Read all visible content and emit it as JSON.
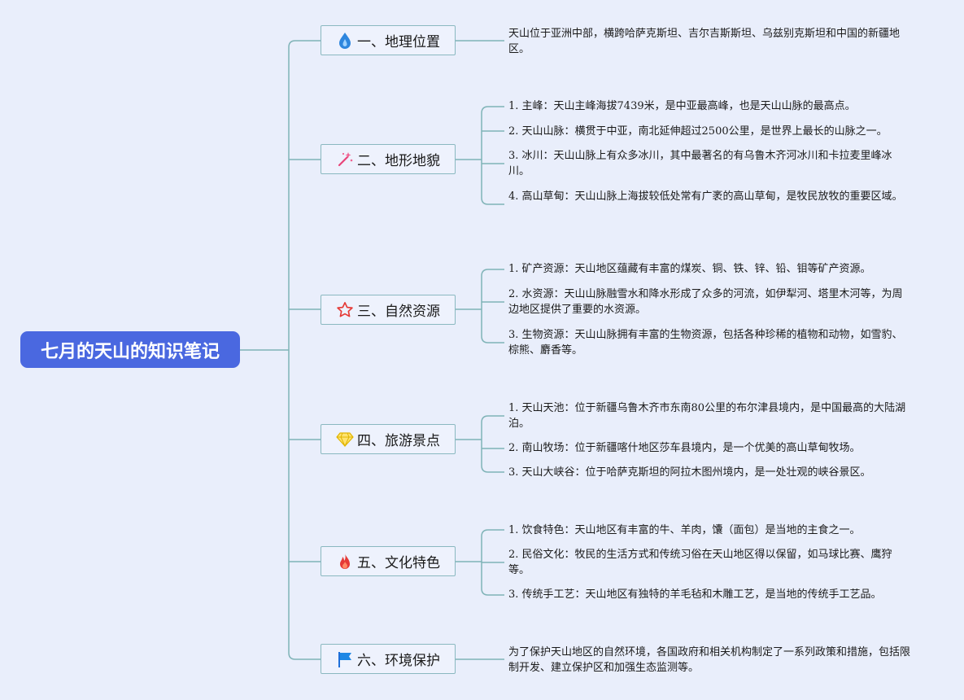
{
  "root": {
    "label": "七月的天山的知识笔记"
  },
  "colors": {
    "background": "#e9eefb",
    "root_fill": "#4a68e0",
    "line": "#7fb3b7",
    "branch_border": "#8ab8c0"
  },
  "branches": [
    {
      "label": "一、地理位置",
      "icon": "droplet-icon",
      "leaves": [
        "天山位于亚洲中部，横跨哈萨克斯坦、吉尔吉斯斯坦、乌兹别克斯坦和中国的新疆地区。"
      ]
    },
    {
      "label": "二、地形地貌",
      "icon": "sparkle-wand-icon",
      "leaves": [
        "1. 主峰：天山主峰海拔7439米，是中亚最高峰，也是天山山脉的最高点。",
        "2. 天山山脉：横贯于中亚，南北延伸超过2500公里，是世界上最长的山脉之一。",
        "3. 冰川：天山山脉上有众多冰川，其中最著名的有乌鲁木齐河冰川和卡拉麦里峰冰川。",
        "4. 高山草甸：天山山脉上海拔较低处常有广袤的高山草甸，是牧民放牧的重要区域。"
      ]
    },
    {
      "label": "三、自然资源",
      "icon": "star-outline-icon",
      "leaves": [
        "1. 矿产资源：天山地区蕴藏有丰富的煤炭、铜、铁、锌、铅、钼等矿产资源。",
        "2. 水资源：天山山脉融雪水和降水形成了众多的河流，如伊犁河、塔里木河等，为周边地区提供了重要的水资源。",
        "3. 生物资源：天山山脉拥有丰富的生物资源，包括各种珍稀的植物和动物，如雪豹、棕熊、麝香等。"
      ]
    },
    {
      "label": "四、旅游景点",
      "icon": "diamond-icon",
      "leaves": [
        "1. 天山天池：位于新疆乌鲁木齐市东南80公里的布尔津县境内，是中国最高的大陆湖泊。",
        "2. 南山牧场：位于新疆喀什地区莎车县境内，是一个优美的高山草甸牧场。",
        "3. 天山大峡谷：位于哈萨克斯坦的阿拉木图州境内，是一处壮观的峡谷景区。"
      ]
    },
    {
      "label": "五、文化特色",
      "icon": "flame-icon",
      "leaves": [
        "1. 饮食特色：天山地区有丰富的牛、羊肉，馕（面包）是当地的主食之一。",
        "2. 民俗文化：牧民的生活方式和传统习俗在天山地区得以保留，如马球比赛、鹰狩等。",
        "3. 传统手工艺：天山地区有独特的羊毛毡和木雕工艺，是当地的传统手工艺品。"
      ]
    },
    {
      "label": "六、环境保护",
      "icon": "flag-icon",
      "leaves": [
        "为了保护天山地区的自然环境，各国政府和相关机构制定了一系列政策和措施，包括限制开发、建立保护区和加强生态监测等。"
      ]
    }
  ]
}
